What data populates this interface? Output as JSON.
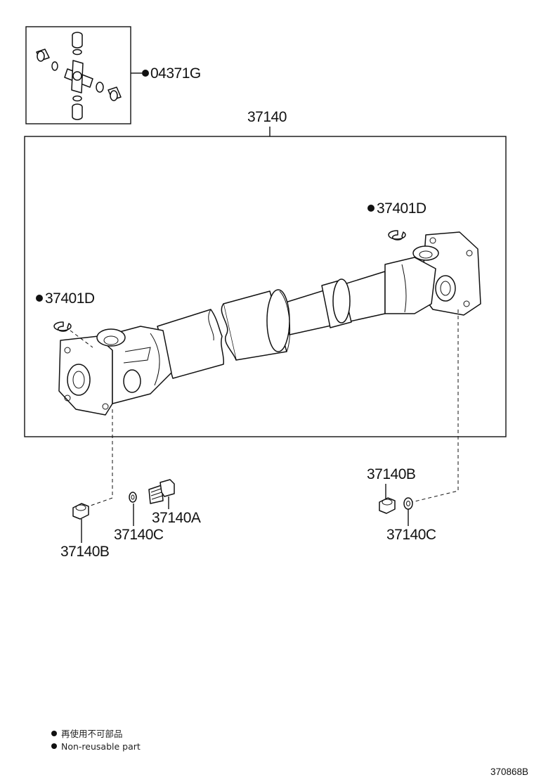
{
  "labels": {
    "kit": "04371G",
    "shaft": "37140",
    "snap_ring_right": "37401D",
    "snap_ring_left": "37401D",
    "nut_left": "37140B",
    "washer_left": "37140C",
    "bolt": "37140A",
    "nut_right": "37140B",
    "washer_right": "37140C"
  },
  "legend": {
    "line_jp": "再使用不可部品",
    "line_en": "Non-reusable part"
  },
  "reference": "370868B"
}
